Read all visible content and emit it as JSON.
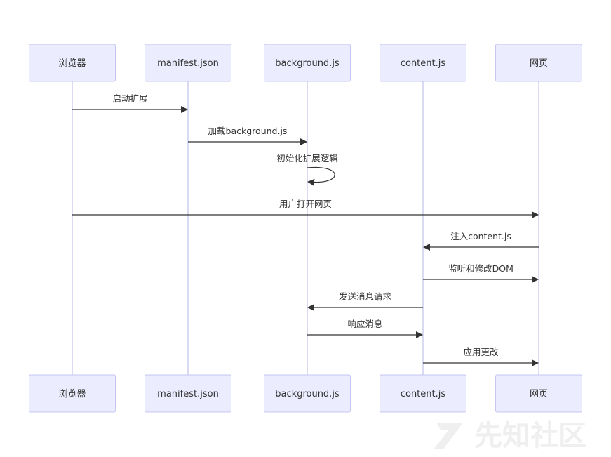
{
  "participants": [
    {
      "id": "browser",
      "label": "浏览器"
    },
    {
      "id": "manifest",
      "label": "manifest.json"
    },
    {
      "id": "background",
      "label": "background.js"
    },
    {
      "id": "content",
      "label": "content.js"
    },
    {
      "id": "webpage",
      "label": "网页"
    }
  ],
  "messages": [
    {
      "from": "browser",
      "to": "manifest",
      "label": "启动扩展"
    },
    {
      "from": "manifest",
      "to": "background",
      "label": "加载background.js"
    },
    {
      "from": "background",
      "to": "background",
      "label": "初始化扩展逻辑"
    },
    {
      "from": "browser",
      "to": "webpage",
      "label": "用户打开网页"
    },
    {
      "from": "webpage",
      "to": "content",
      "label": "注入content.js"
    },
    {
      "from": "content",
      "to": "webpage",
      "label": "监听和修改DOM"
    },
    {
      "from": "content",
      "to": "background",
      "label": "发送消息请求"
    },
    {
      "from": "background",
      "to": "content",
      "label": "响应消息"
    },
    {
      "from": "content",
      "to": "webpage",
      "label": "应用更改"
    }
  ],
  "watermark": {
    "text": "先知社区"
  },
  "colors": {
    "actor_fill": "#ececff",
    "actor_stroke": "#c5c5f0",
    "lifeline": "#cdcdef",
    "line": "#333333",
    "text": "#333333",
    "watermark": "#efefef"
  }
}
